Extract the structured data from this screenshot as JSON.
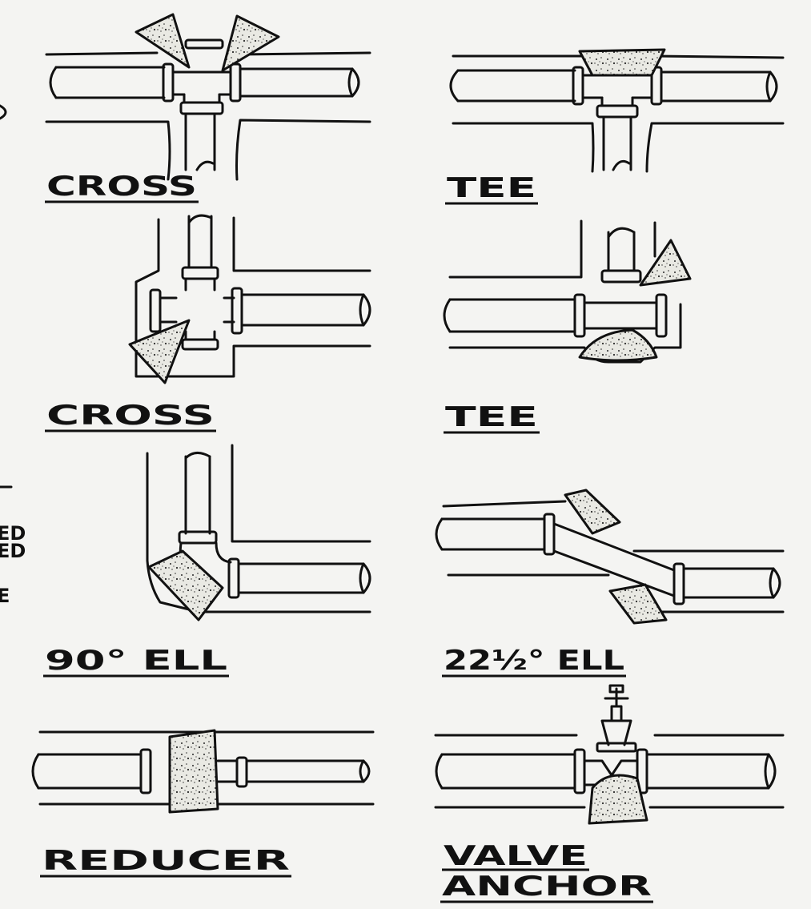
{
  "colors": {
    "paper": "#f4f4f2",
    "ink": "#111111",
    "concrete": "#e6e6e0",
    "speckle": "#2a2a2a"
  },
  "labels": {
    "cross_top": "CROSS",
    "tee_top": "TEE",
    "cross_mid": "CROSS",
    "tee_mid": "TEE",
    "ell_90": "90° ELL",
    "ell_22": "22½° ELL",
    "reducer": "REDUCER",
    "valve_anchor_1": "VALVE",
    "valve_anchor_2": "ANCHOR"
  },
  "margin_fragments": [
    "ED",
    "ED",
    "E"
  ]
}
